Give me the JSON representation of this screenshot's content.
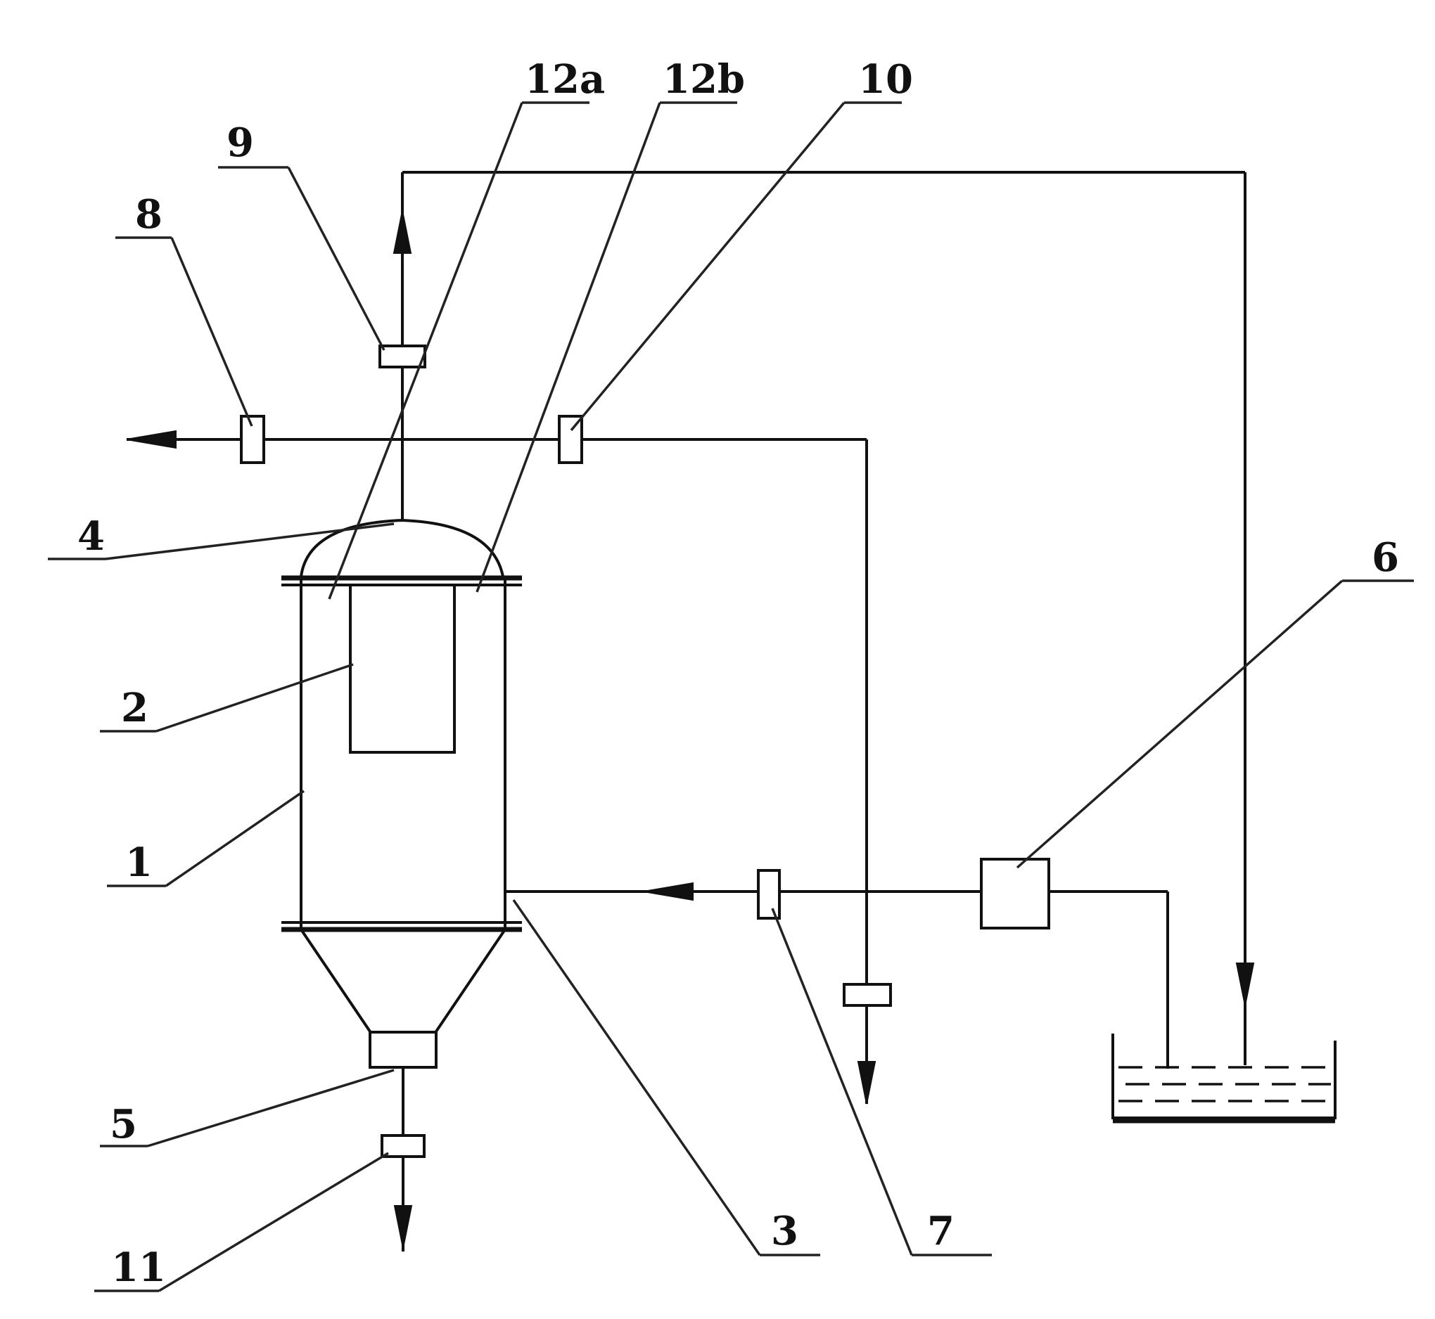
{
  "diagram": {
    "labels": {
      "l1": "1",
      "l2": "2",
      "l3": "3",
      "l4": "4",
      "l5": "5",
      "l6": "6",
      "l7": "7",
      "l8": "8",
      "l9": "9",
      "l10": "10",
      "l11": "11",
      "l12a": "12a",
      "l12b": "12b"
    }
  }
}
